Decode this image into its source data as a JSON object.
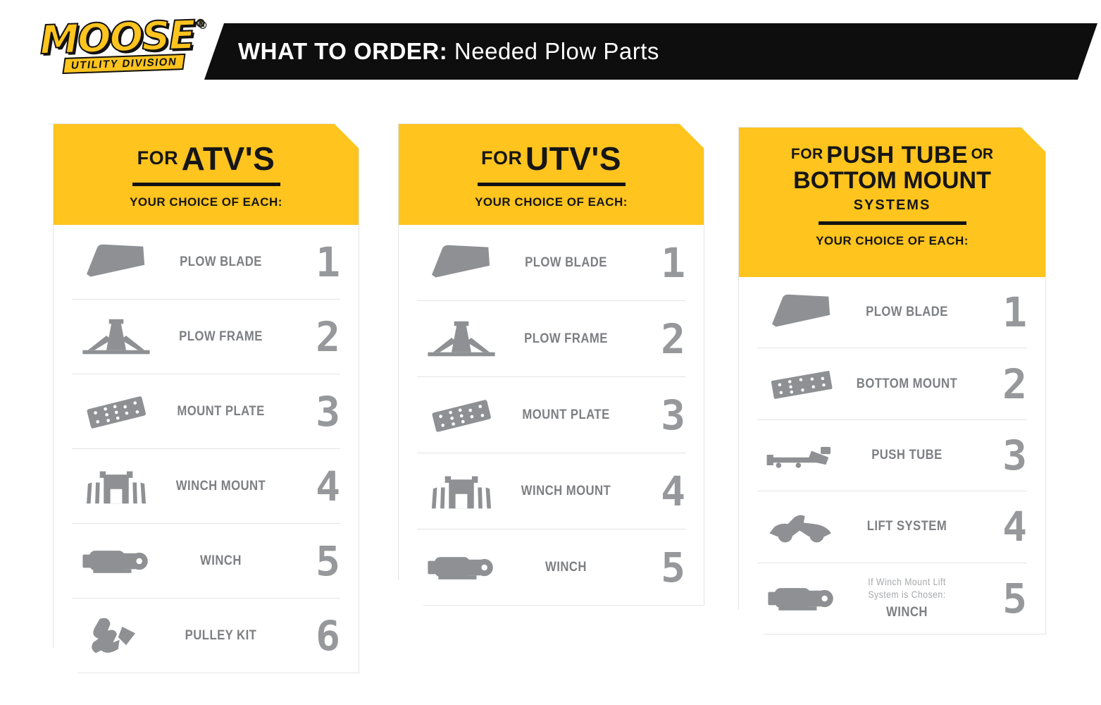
{
  "header": {
    "logo": {
      "brand": "MOOSE",
      "division": "UTILITY DIVISION",
      "registered": "®"
    },
    "title_bold": "WHAT TO ORDER:",
    "title_regular": " Needed Plow Parts"
  },
  "colors": {
    "brand_yellow": "#FFC41E",
    "banner_black": "#0E0E0E",
    "icon_gray": "#8E9093"
  },
  "cards": [
    {
      "id": "atv",
      "title_pre": "FOR",
      "title_main": "ATV'S",
      "subtitle": "YOUR CHOICE OF EACH:",
      "rows": [
        {
          "icon": "plow-blade-icon",
          "label": "PLOW BLADE",
          "number": "1"
        },
        {
          "icon": "plow-frame-icon",
          "label": "PLOW FRAME",
          "number": "2"
        },
        {
          "icon": "mount-plate-icon",
          "label": "MOUNT PLATE",
          "number": "3"
        },
        {
          "icon": "winch-mount-icon",
          "label": "WINCH MOUNT",
          "number": "4"
        },
        {
          "icon": "winch-icon",
          "label": "WINCH",
          "number": "5"
        },
        {
          "icon": "pulley-kit-icon",
          "label": "PULLEY KIT",
          "number": "6"
        }
      ]
    },
    {
      "id": "utv",
      "title_pre": "FOR",
      "title_main": "UTV'S",
      "subtitle": "YOUR CHOICE OF EACH:",
      "rows": [
        {
          "icon": "plow-blade-icon",
          "label": "PLOW BLADE",
          "number": "1"
        },
        {
          "icon": "plow-frame-icon",
          "label": "PLOW FRAME",
          "number": "2"
        },
        {
          "icon": "mount-plate-icon",
          "label": "MOUNT PLATE",
          "number": "3"
        },
        {
          "icon": "winch-mount-icon",
          "label": "WINCH MOUNT",
          "number": "4"
        },
        {
          "icon": "winch-icon",
          "label": "WINCH",
          "number": "5"
        }
      ]
    },
    {
      "id": "push-tube-bottom-mount",
      "title_line1_pre": "FOR",
      "title_line1_main": "PUSH TUBE",
      "title_line1_suffix": "OR",
      "title_line2": "BOTTOM MOUNT",
      "title_line3": "SYSTEMS",
      "subtitle": "YOUR CHOICE OF EACH:",
      "rows": [
        {
          "icon": "plow-blade-icon",
          "label": "PLOW BLADE",
          "number": "1"
        },
        {
          "icon": "bottom-mount-icon",
          "label": "BOTTOM MOUNT",
          "number": "2"
        },
        {
          "icon": "push-tube-icon",
          "label": "PUSH TUBE",
          "number": "3"
        },
        {
          "icon": "lift-system-icon",
          "label": "LIFT SYSTEM",
          "number": "4"
        },
        {
          "icon": "winch-icon",
          "note": "If Winch Mount Lift System is Chosen:",
          "label": "WINCH",
          "number": "5"
        }
      ]
    }
  ]
}
